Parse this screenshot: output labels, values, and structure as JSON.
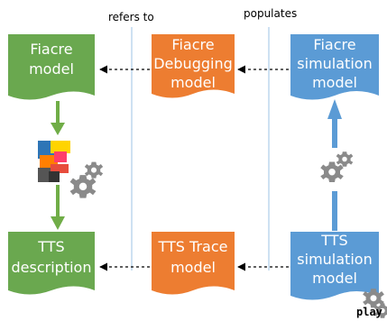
{
  "headers": {
    "refers_to": "refers to",
    "populates": "populates"
  },
  "boxes": {
    "fiacre_model": {
      "line1": "Fiacre",
      "line2": "model"
    },
    "fiacre_debugging_model": {
      "line1": "Fiacre",
      "line2": "Debugging",
      "line3": "model"
    },
    "fiacre_simulation_model": {
      "line1": "Fiacre",
      "line2": "simulation",
      "line3": "model"
    },
    "tts_description": {
      "line1": "TTS",
      "line2": "description"
    },
    "tts_trace_model": {
      "line1": "TTS Trace",
      "line2": "model"
    },
    "tts_simulation_model": {
      "line1": "TTS",
      "line2": "simulation",
      "line3": "model"
    }
  },
  "footer": {
    "play_label": "play"
  },
  "colors": {
    "green": "#6aa84f",
    "green_arrow": "#70ad47",
    "orange": "#ed7d31",
    "blue": "#5b9bd5",
    "divider": "#9dc3e6",
    "gear": "#8a8a8a"
  },
  "icons": [
    "fiacre-logo-icon",
    "gear-icon",
    "dashed-arrow-icon"
  ]
}
